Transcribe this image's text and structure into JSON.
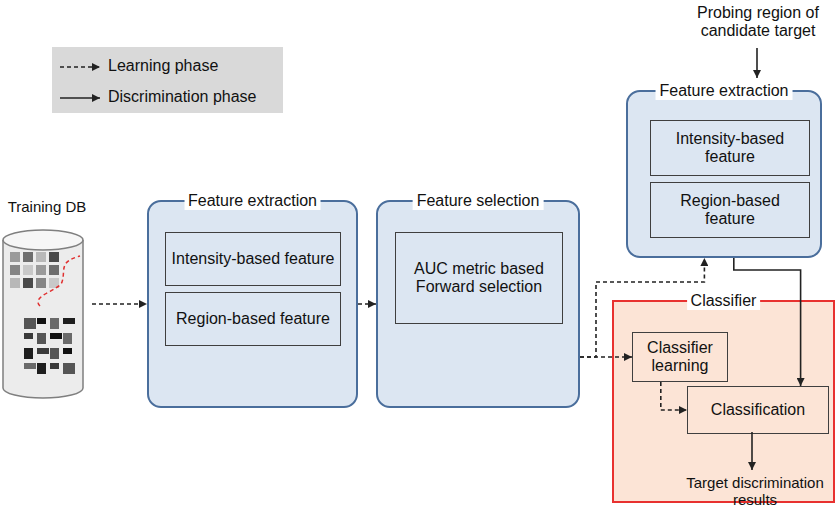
{
  "diagram": {
    "nodes": [
      {
        "text": [
          "Training DB"
        ]
      },
      {
        "text": [
          "Feature extraction"
        ]
      },
      {
        "text": [
          "Intensity-based feature"
        ],
        "in": 1
      },
      {
        "text": [
          "Region-based feature"
        ],
        "in": 1
      },
      {
        "text": [
          "Feature selection"
        ]
      },
      {
        "text": [
          "AUC metric based Forward selection"
        ],
        "in": 4
      },
      {
        "text": [
          "Feature extraction"
        ]
      },
      {
        "text": [
          "Intensity-based feature"
        ],
        "in": 6
      },
      {
        "text": [
          "Region-based feature"
        ],
        "in": 6
      },
      {
        "text": [
          "Classifier"
        ]
      },
      {
        "text": [
          "Classifier learning"
        ],
        "in": 9
      },
      {
        "text": [
          "Classification"
        ],
        "in": 9
      }
    ],
    "edges": [
      {
        "from": 0,
        "to": 1,
        "arrow": "to"
      },
      {
        "from": 1,
        "to": 4,
        "arrow": "to"
      },
      {
        "from": 4,
        "to": 10,
        "arrow": "to"
      },
      {
        "from": 4,
        "to": 6,
        "arrow": "to"
      },
      {
        "from": 10,
        "to": 11,
        "arrow": "to"
      },
      {
        "from": 6,
        "to": 11,
        "arrow": "to"
      }
    ],
    "labels": [
      "Probing region of candidate target",
      "Target discrimination results"
    ],
    "legend": [
      {
        "text": "Learning phase"
      },
      {
        "text": "Discrimination phase"
      }
    ]
  }
}
